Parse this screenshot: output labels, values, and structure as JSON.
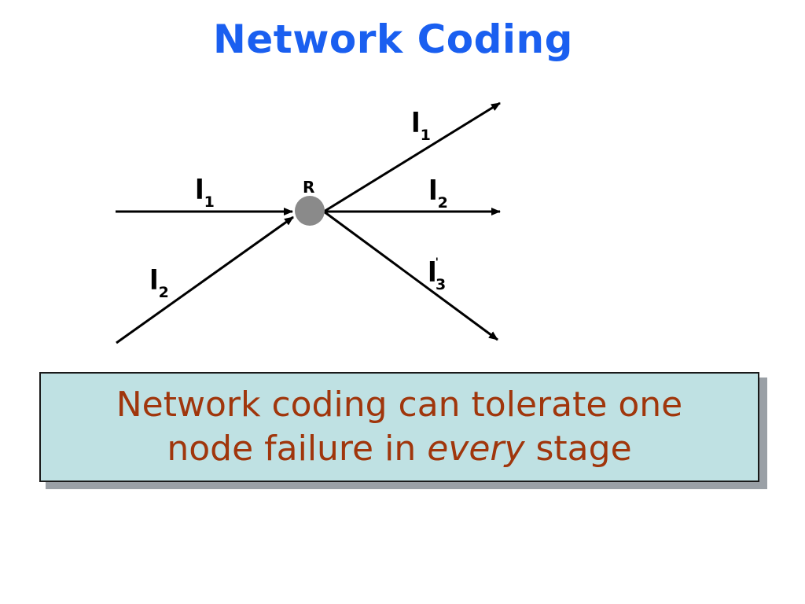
{
  "title": "Network Coding",
  "node": {
    "label": "R",
    "color": "#8a8a8a"
  },
  "edges": {
    "in_top": {
      "letter": "l",
      "index": "1",
      "mark": ""
    },
    "in_bottom": {
      "letter": "l",
      "index": "2",
      "mark": ""
    },
    "out_top": {
      "letter": "l",
      "index": "1",
      "mark": ""
    },
    "out_middle": {
      "letter": "l",
      "index": "2",
      "mark": ""
    },
    "out_bottom": {
      "letter": "l",
      "index": "3",
      "mark": "'"
    }
  },
  "callout": {
    "line1": "Network coding can tolerate one",
    "line2_before": "node failure in ",
    "line2_emphasis": "every",
    "line2_after": " stage"
  },
  "colors": {
    "title": "#1a5ff0",
    "callout_text": "#a0360c",
    "callout_background": "#bfe1e3"
  }
}
